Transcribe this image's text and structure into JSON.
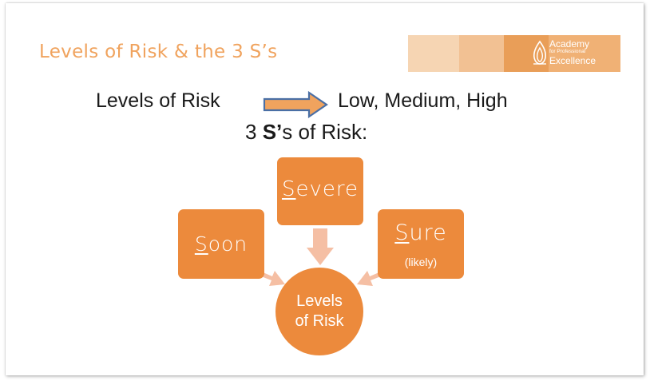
{
  "slide": {
    "title": "Levels of Risk & the 3 S’s",
    "logo": {
      "line1": "Academy",
      "line2": "for Professional",
      "line3": "Excellence"
    },
    "line1_left": "Levels of Risk",
    "line1_right": "Low, Medium, High",
    "line2_prefix": "3 ",
    "line2_bold": "S’",
    "line2_suffix": "s of Risk:",
    "diagram": {
      "severe_initial": "S",
      "severe_rest": "evere",
      "soon_initial": "S",
      "soon_rest": "oon",
      "sure_initial": "S",
      "sure_rest": "ure",
      "sure_note": "(likely)",
      "center_line1": "Levels",
      "center_line2": "of Risk"
    }
  },
  "colors": {
    "accent": "#ec8a3c",
    "title": "#f0a35e",
    "arrow_blue": "#4a6fa5",
    "connector": "#f5bfa4"
  }
}
